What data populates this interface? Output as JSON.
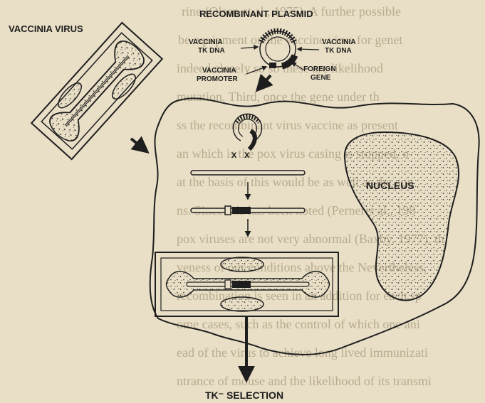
{
  "figure": {
    "title": "RECOMBINANT PLASMID",
    "virus_label": "VACCINIA VIRUS",
    "plasmid_labels": {
      "tk_dna_left": [
        "VACCINIA",
        "TK DNA"
      ],
      "tk_dna_right": [
        "VACCINIA",
        "TK DNA"
      ],
      "promoter": [
        "VACCINIA",
        "PROMOTER"
      ],
      "foreign_gene": [
        "FOREIGN",
        "GENE"
      ]
    },
    "crossover_marks": [
      "X",
      "X"
    ],
    "nucleus_label": "NUCLEUS",
    "selection_label": "TK⁻ SELECTION"
  },
  "background_text_lines": [
    "rine (Olsen et al., 1975). A further possible",
    "be equipment on the vaccine virus for genet",
    "indeed closely so so these are likelihood",
    "mutation. Third, once the gene under th",
    "ss the recombinant virus vaccine as present",
    "an which is the pox virus casing is stopped, o",
    "at the basis of this would be as well as the con",
    "ns. Since this has been noted (Perneret al., 198",
    "pox viruses are not very abnormal (Baxby, 1977), th",
    "veness of our conditions above the Nevertheless,",
    "recombination is seen in an addition for each sp",
    "ome cases, such as the control of which one ani",
    "ead of the virus to achieve long lived immunizati",
    "ntrance of mouse and the likelihood of its transmi"
  ]
}
